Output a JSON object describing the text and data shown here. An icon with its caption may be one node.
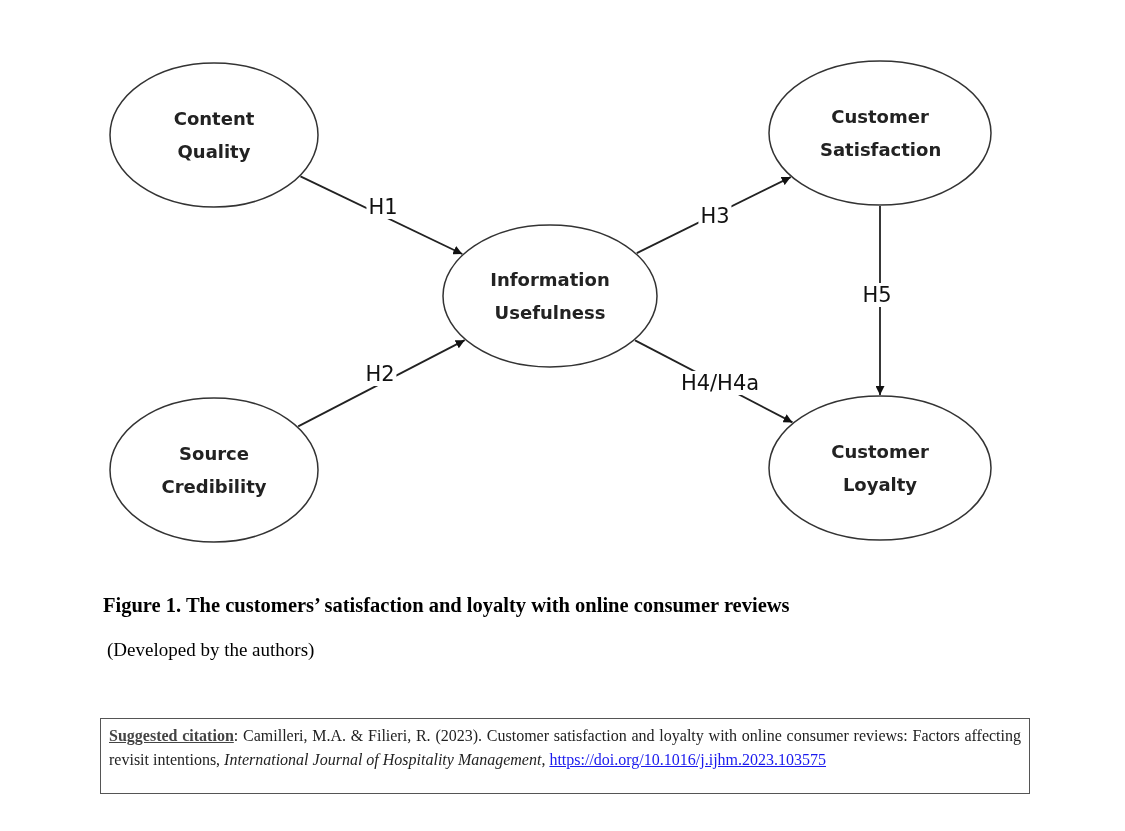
{
  "diagram": {
    "caption": "Figure 1. The customers’ satisfaction and loyalty with online consumer reviews",
    "nodes": [
      {
        "text": [
          "Content Quality"
        ]
      },
      {
        "text": [
          "Source Credibility"
        ]
      },
      {
        "text": [
          "Information Usefulness"
        ]
      },
      {
        "text": [
          "Customer Satisfaction"
        ]
      },
      {
        "text": [
          "Customer Loyalty"
        ]
      }
    ],
    "edges": [
      {
        "from": 0,
        "to": 2,
        "arrow": "to",
        "label": "H1"
      },
      {
        "from": 1,
        "to": 2,
        "arrow": "to",
        "label": "H2"
      },
      {
        "from": 2,
        "to": 3,
        "arrow": "to",
        "label": "H3"
      },
      {
        "from": 2,
        "to": 4,
        "arrow": "to",
        "label": "H4/H4a"
      },
      {
        "from": 3,
        "to": 4,
        "arrow": "to",
        "label": "H5"
      }
    ],
    "labels": [
      "(Developed by the authors)",
      "**Suggested citation**: Camilleri, M.A. & Filieri, R. (2023). Customer satisfaction and loyalty with online consumer reviews: Factors affecting revisit intentions, *International Journal of Hospitality Management*,",
      "https://doi.org/10.1016/j.ijhm.2023.103575"
    ]
  }
}
